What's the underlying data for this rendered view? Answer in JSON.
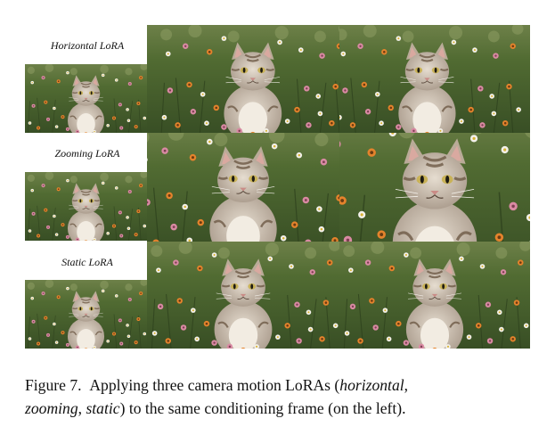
{
  "rows": [
    {
      "label": "Horizontal LoRA"
    },
    {
      "label": "Zooming LoRA"
    },
    {
      "label": "Static LoRA"
    }
  ],
  "caption": {
    "figure": "Figure 7.",
    "text_before": "Applying three camera motion LoRAs (",
    "horizontal": "horizontal",
    "comma1": ",",
    "zooming": "zooming",
    "comma2": ", ",
    "static": "static",
    "text_after": ") to the same conditioning frame (on the left)."
  },
  "colors": {
    "grass": "#3f5a2a",
    "sky_foliage": "#6b7c4a",
    "cat_fur": "#cfc3b2",
    "cat_stripes": "#6e5a46",
    "flower_orange": "#e4832c",
    "flower_pink": "#d98aa3",
    "flower_white": "#f3f1ea"
  },
  "icons": [
    "cat-in-flower-field-image"
  ]
}
